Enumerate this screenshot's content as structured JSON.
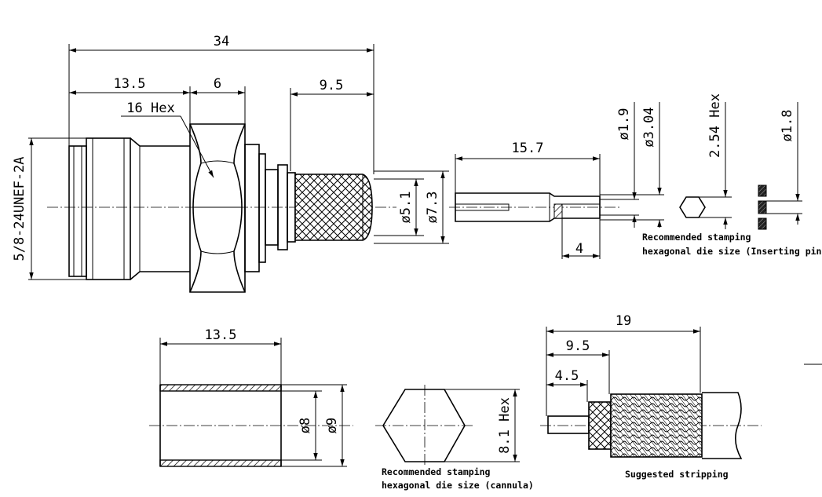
{
  "connector": {
    "dims": {
      "overall_length": "34",
      "body_length": "13.5",
      "hex_width": "6",
      "ferrule_length": "9.5",
      "hex_size": "16  Hex",
      "thread": "5/8-24UNEF-2A",
      "ferrule_inner_dia": "ø5.1",
      "ferrule_outer_dia": "ø7.3"
    }
  },
  "pin": {
    "dims": {
      "length": "15.7",
      "tip_length": "4",
      "dia_1": "ø1.9",
      "dia_2": "ø3.04",
      "hex_size": "2.54  Hex",
      "dia_3": "ø1.8"
    },
    "note_line1": "Recommended stamping",
    "note_line2": "hexagonal die size (Inserting pin)"
  },
  "cannula": {
    "dims": {
      "length": "13.5",
      "inner_dia": "ø8",
      "outer_dia": "ø9",
      "hex_size": "8.1  Hex"
    },
    "note_line1": "Recommended stamping",
    "note_line2": "hexagonal die size (cannula)"
  },
  "stripping": {
    "dims": {
      "total": "19",
      "braid": "9.5",
      "dielectric": "4.5"
    },
    "note": "Suggested stripping"
  }
}
